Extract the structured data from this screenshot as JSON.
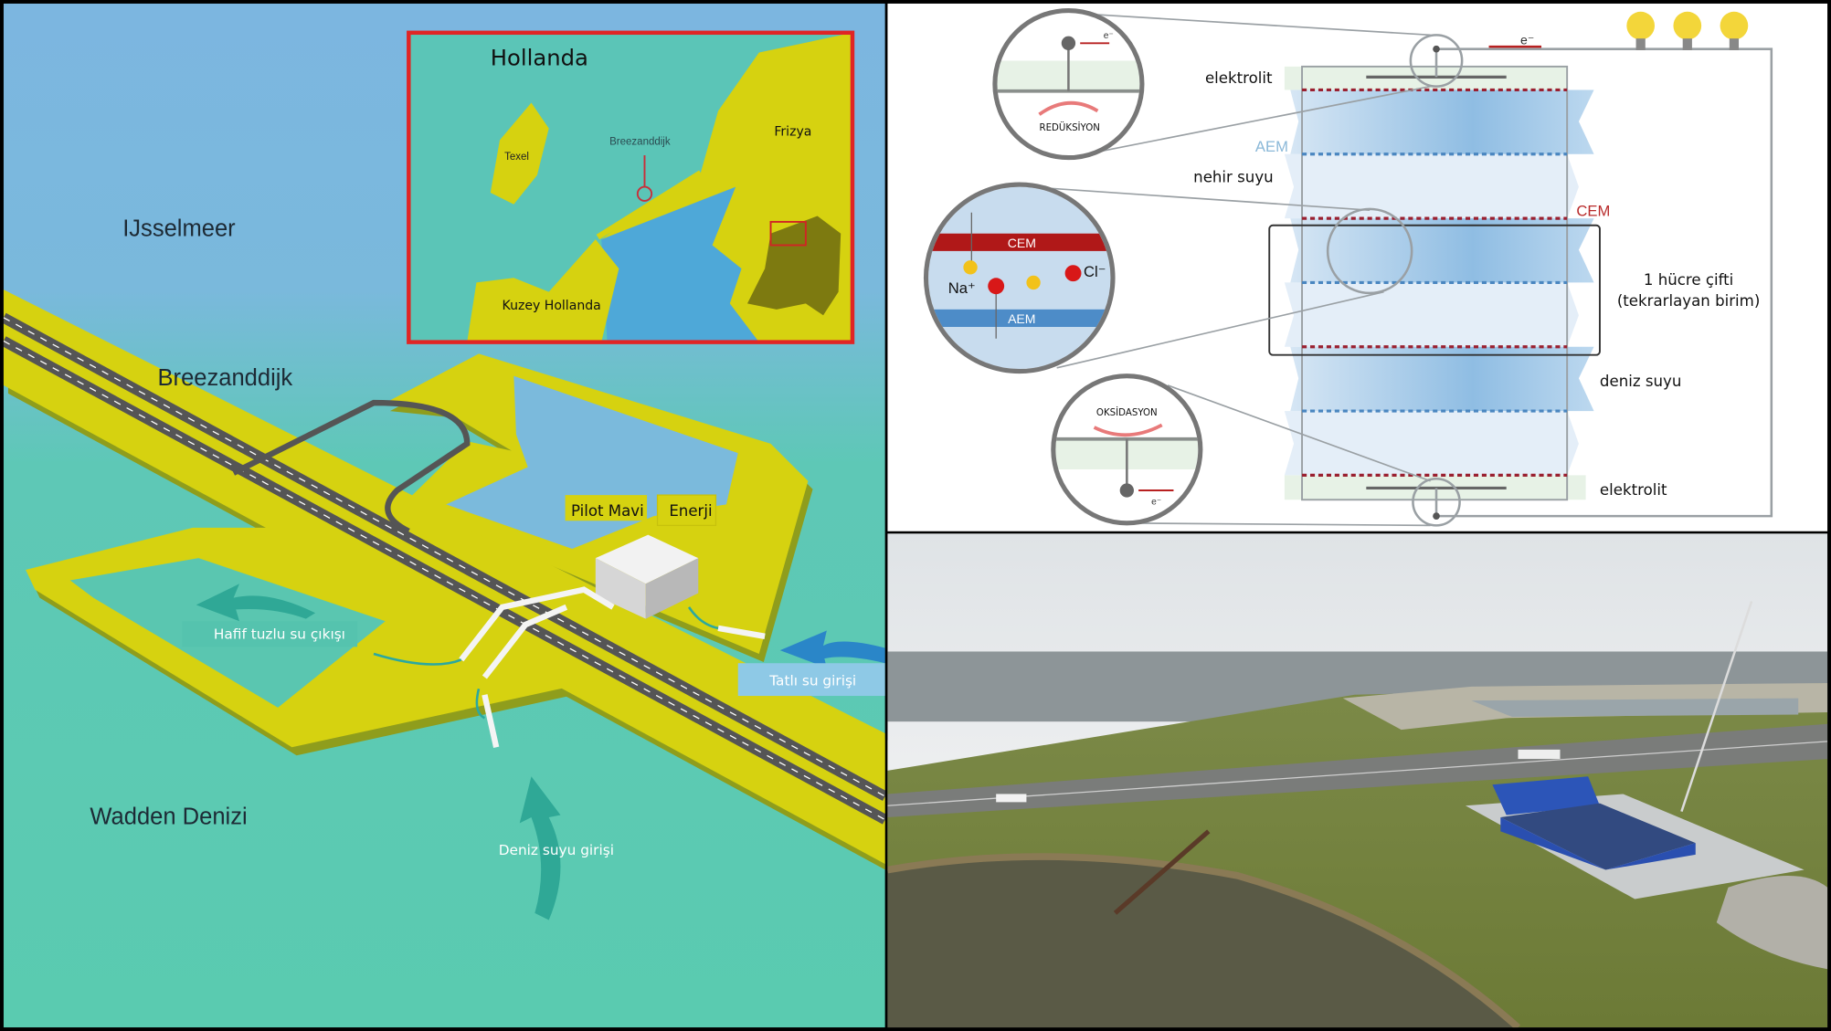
{
  "map": {
    "lake": "IJsselmeer",
    "dike": "Breezanddijk",
    "sea": "Wadden Denizi",
    "plant_label_1": "Pilot Mavi",
    "plant_label_2": "Enerji",
    "outflow": "Hafif tuzlu su çıkışı",
    "freshwater_in": "Tatlı su girişi",
    "seawater_in": "Deniz suyu girişi"
  },
  "inset": {
    "title": "Hollanda",
    "texel": "Texel",
    "dike": "Breezanddijk",
    "frizya": "Frizya",
    "north_holland": "Kuzey Hollanda"
  },
  "diagram": {
    "electrolyte_top": "elektrolit",
    "aem": "AEM",
    "river_water": "nehir suyu",
    "cem": "CEM",
    "cell_pair_1": "1 hücre çifti",
    "cell_pair_2": "(tekrarlayan birim)",
    "sea_water": "deniz suyu",
    "electrolyte_bottom": "elektrolit",
    "electron": "e⁻",
    "reduction": "REDÜKSİYON",
    "oxidation": "OKSİDASYON",
    "zoom_cem": "CEM",
    "zoom_aem": "AEM",
    "sodium": "Na⁺",
    "chloride": "Cl⁻"
  },
  "colors": {
    "land": "#d6d210",
    "teal_sea": "#5cc9b2",
    "lake_blue": "#7ab8df",
    "inset_border": "#e02525",
    "cem_red": "#b82a2a",
    "aem_blue": "#8ab8d8"
  }
}
